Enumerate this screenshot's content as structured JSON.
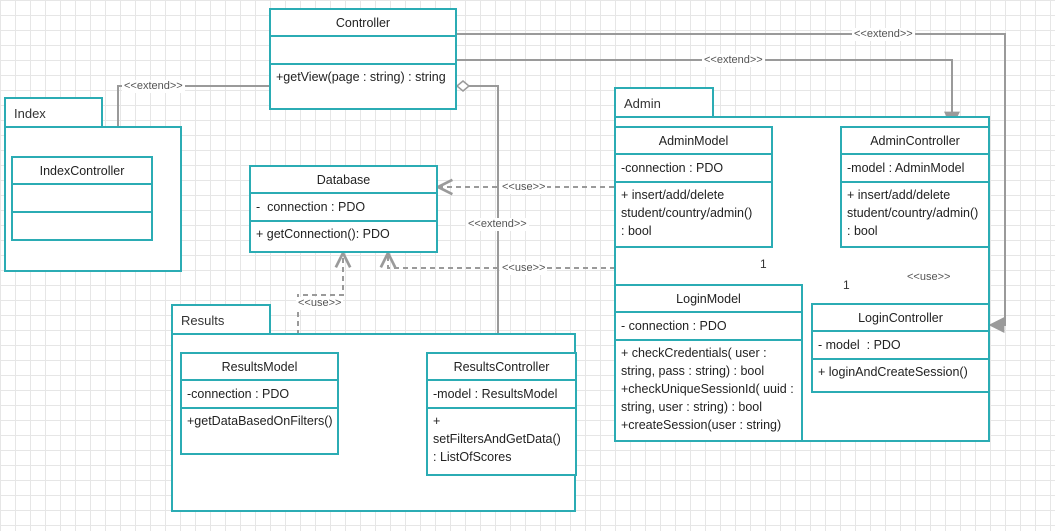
{
  "packages": {
    "index": "Index",
    "admin": "Admin",
    "results": "Results"
  },
  "classes": {
    "controller": {
      "name": "Controller",
      "attributes": "",
      "operations": [
        "+getView(page : string) : string"
      ]
    },
    "index_controller": {
      "name": "IndexController",
      "attributes": "",
      "operations": []
    },
    "database": {
      "name": "Database",
      "attributes": "-  connection : PDO",
      "operations": [
        "+ getConnection(): PDO"
      ]
    },
    "admin_model": {
      "name": "AdminModel",
      "attributes": "-connection : PDO",
      "operations": [
        "+ insert/add/delete",
        "student/country/admin()",
        ": bool"
      ]
    },
    "admin_controller": {
      "name": "AdminController",
      "attributes": "-model : AdminModel",
      "operations": [
        "+ insert/add/delete",
        "student/country/admin()",
        ": bool"
      ]
    },
    "login_model": {
      "name": "LoginModel",
      "attributes": "- connection : PDO",
      "operations": [
        "+ checkCredentials( user :",
        "string, pass : string) : bool",
        "+checkUniqueSessionId( uuid :",
        "string, user : string) : bool",
        "+createSession(user : string)"
      ]
    },
    "login_controller": {
      "name": "LoginController",
      "attributes": "- model  : PDO",
      "operations": [
        "+ loginAndCreateSession()"
      ]
    },
    "results_model": {
      "name": "ResultsModel",
      "attributes": "-connection : PDO",
      "operations": [
        "+getDataBasedOnFilters()"
      ]
    },
    "results_controller": {
      "name": "ResultsController",
      "attributes": "-model : ResultsModel",
      "operations": [
        "+",
        "setFiltersAndGetData()",
        ": ListOfScores"
      ]
    }
  },
  "relationships": {
    "extend_label": "<<extend>>",
    "use_label": "<<use>>",
    "multiplicity_one": "1"
  },
  "colors": {
    "class_border": "#2bacb4",
    "arrow": "#9a9a9a",
    "composition": "#2b2b2b"
  }
}
